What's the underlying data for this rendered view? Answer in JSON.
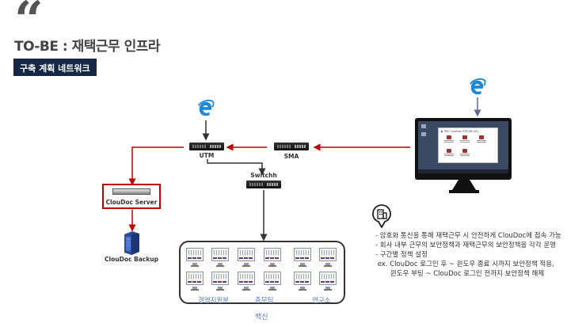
{
  "header": {
    "quote_glyph": "“",
    "title": "TO-BE : 재택근무 인프라",
    "subtitle": "구축 계획 네트워크"
  },
  "diagram": {
    "nodes": {
      "utm": {
        "label": "UTM",
        "icon": "network-appliance-icon"
      },
      "sma": {
        "label": "SMA",
        "icon": "network-appliance-icon"
      },
      "switch": {
        "label": "Switchh",
        "icon": "network-switch-icon"
      },
      "cloudoc_server": {
        "label": "ClouDoc Server",
        "icon": "rack-server-icon"
      },
      "cloudoc_backup": {
        "label": "ClouDoc Backup",
        "icon": "storage-tower-icon"
      },
      "internet_utm": {
        "icon": "internet-explorer-icon"
      },
      "internet_remote": {
        "icon": "internet-explorer-icon"
      },
      "remote_pc": {
        "icon": "desktop-monitor-icon",
        "window_title": "▶ 학도 ClouDoc 드라이브 (N:)"
      }
    },
    "office": {
      "groups": [
        {
          "label": "경영지원부",
          "pc_count": 4
        },
        {
          "label": "총무팀",
          "pc_count": 4
        },
        {
          "label": "연구소",
          "pc_count": 4
        }
      ],
      "caption": "백신"
    },
    "connections": [
      {
        "from": "internet_utm",
        "to": "utm",
        "color": "#333333"
      },
      {
        "from": "remote_pc",
        "to": "sma",
        "color": "#c00000"
      },
      {
        "from": "sma",
        "to": "utm",
        "color": "#c00000"
      },
      {
        "from": "utm",
        "to": "cloudoc_server",
        "color": "#c00000"
      },
      {
        "from": "cloudoc_server",
        "to": "cloudoc_backup",
        "color": "#c00000"
      },
      {
        "from": "utm",
        "to": "switch",
        "color": "#333333"
      },
      {
        "from": "switch",
        "to": "office",
        "color": "#333333"
      },
      {
        "from": "internet_remote",
        "to": "remote_pc",
        "color": "#5a6b8c"
      }
    ]
  },
  "notes": {
    "icon": "building-pin-icon",
    "lines": [
      "- 암호화 통신을 통해 재택근무 시 안전하게 ClouDoc에 접속 가능",
      "- 회사 내부 근무의 보안정책과 재택근무의 보안정책을 각각 운영",
      "- 구간별 정책 설정",
      " ex. ClouDoc 로그인 후 ~ 윈도우 종료 시까지 보안정책 적용,",
      "       윈도우 부팅 ~ ClouDoc 로그인 전까지 보안정책 해제"
    ]
  },
  "colors": {
    "accent_navy": "#152745",
    "link_red": "#c00000",
    "link_dark": "#333333",
    "dept_blue": "#5a7bbf"
  }
}
